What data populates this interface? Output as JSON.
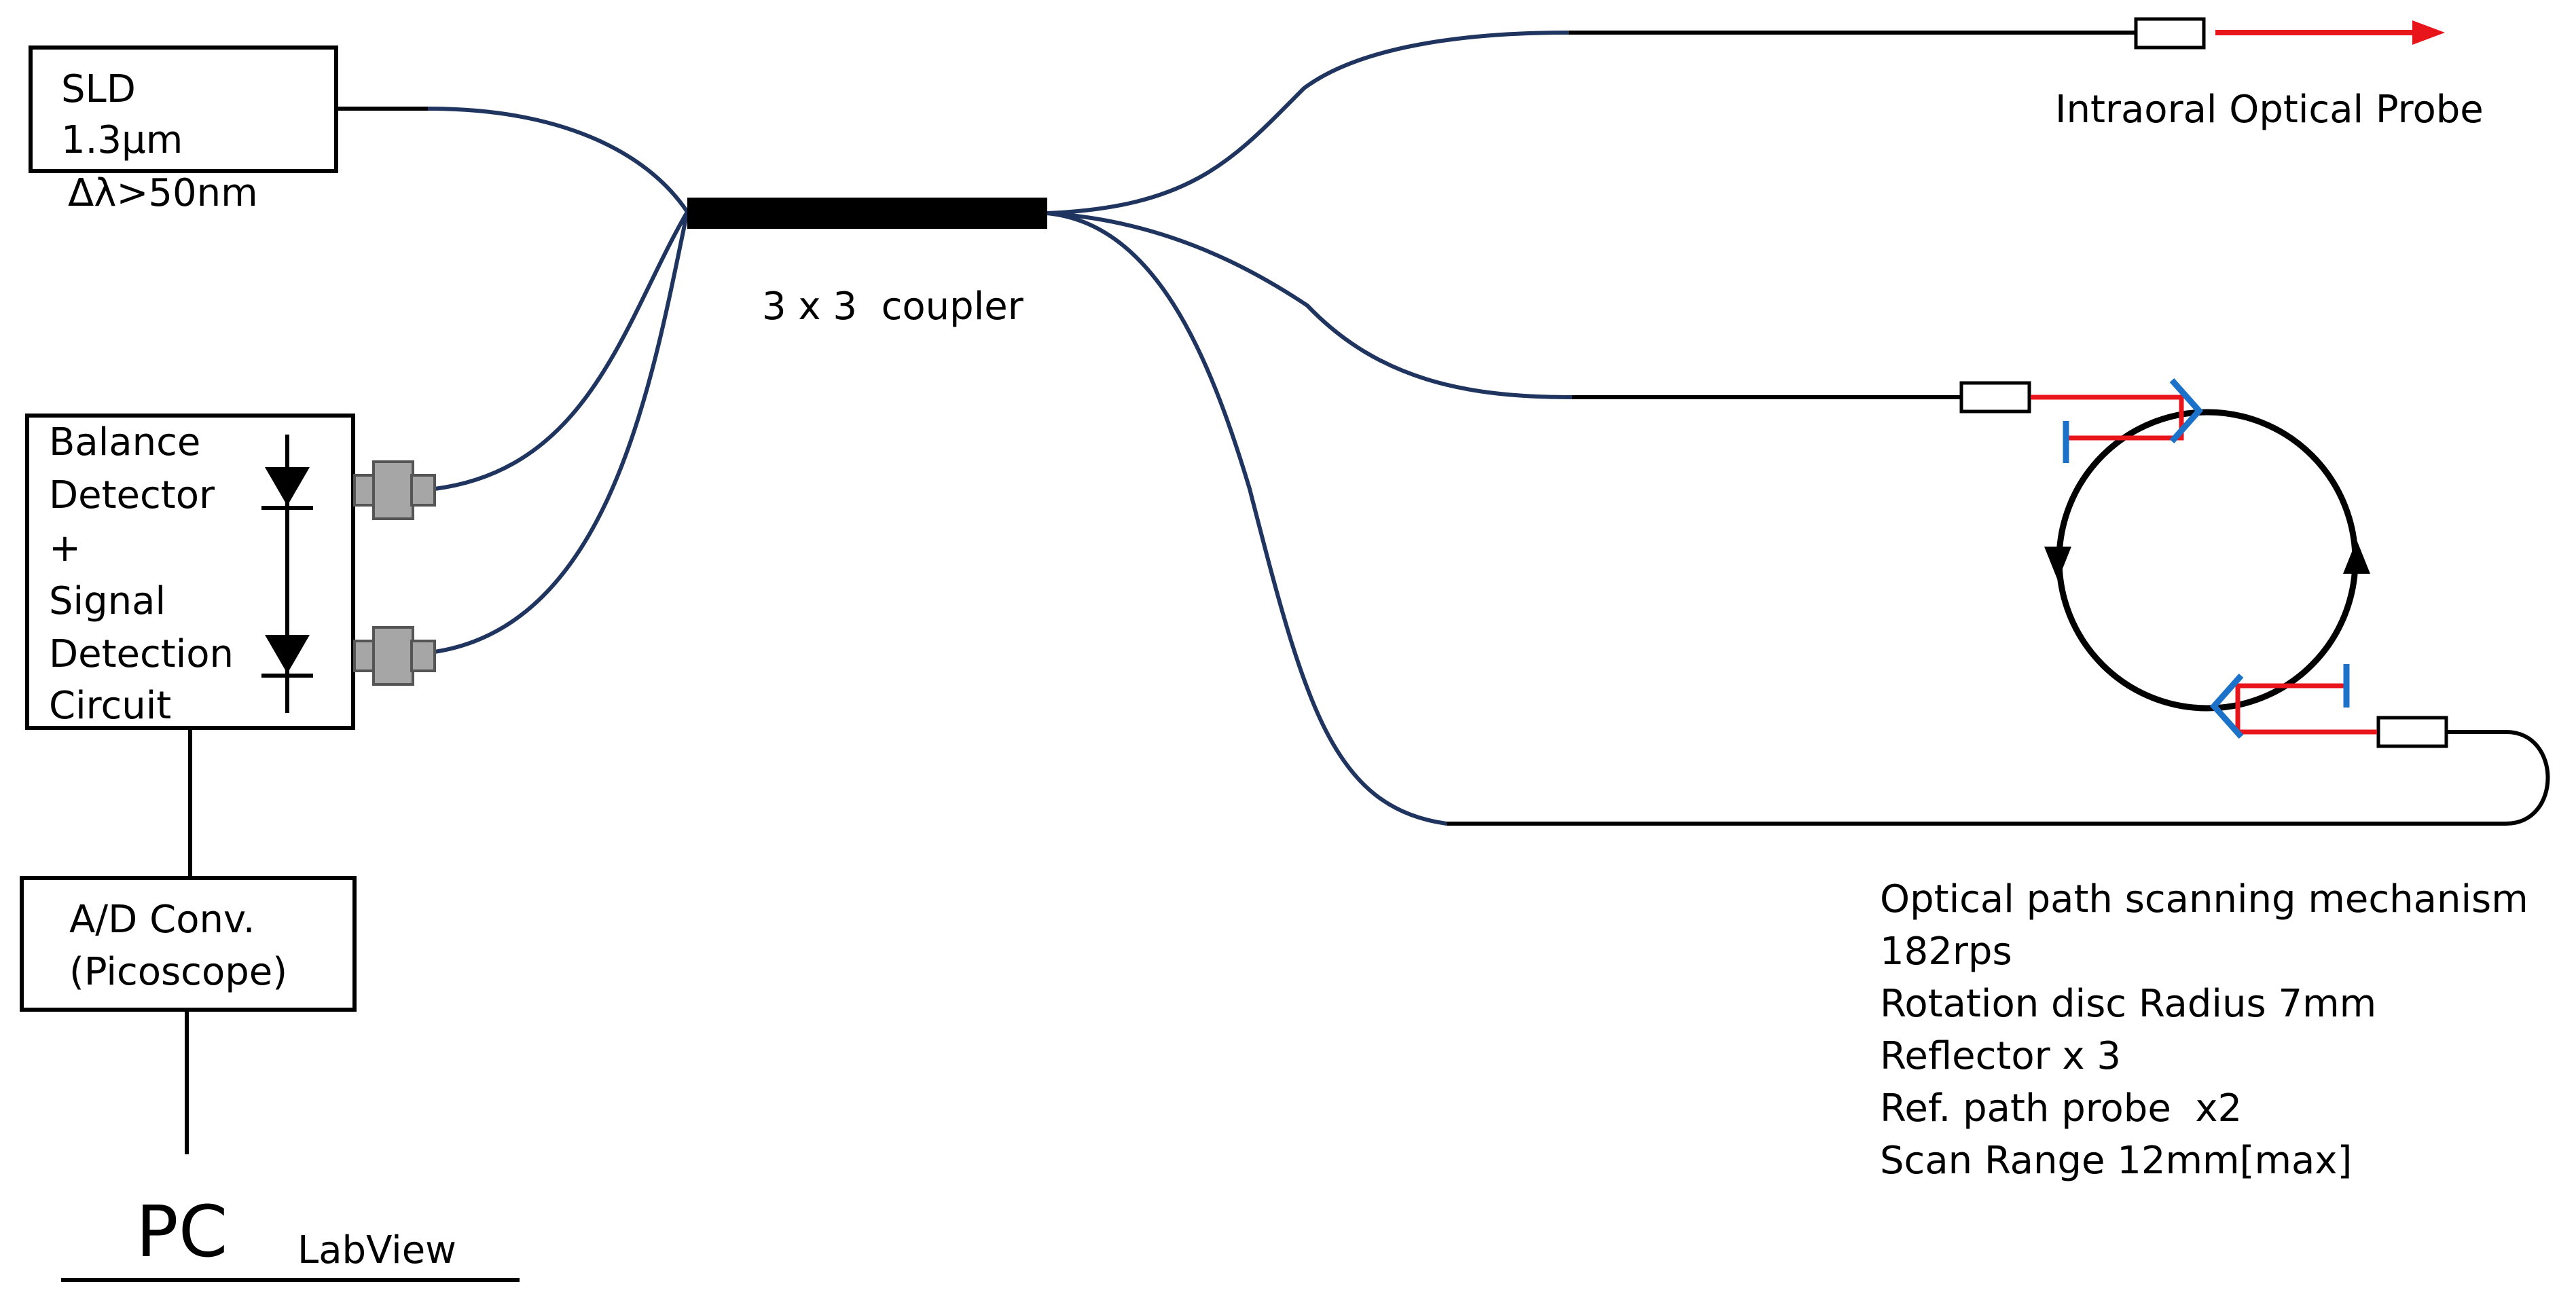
{
  "source": {
    "name": "SLD",
    "wavelength": "1.3μm",
    "bandwidth": "Δλ>50nm"
  },
  "coupler": {
    "label": "3 x 3  coupler"
  },
  "probe": {
    "label": "Intraoral Optical Probe"
  },
  "detector": {
    "lines": [
      "Balance",
      "Detector",
      "+",
      "Signal",
      "Detection",
      "Circuit"
    ]
  },
  "adc": {
    "lines": [
      "A/D Conv.",
      "(Picoscope)"
    ]
  },
  "pc": {
    "label": "PC",
    "software": "LabView"
  },
  "scanner": {
    "lines": [
      "Optical path scanning mechanism",
      "182rps",
      "Rotation disc Radius 7mm",
      "Reflector x 3",
      "Ref. path probe  x2",
      "Scan Range 12mm[max]"
    ]
  },
  "colors": {
    "fiber": "#1f3560",
    "beam": "#e8151b",
    "reflector": "#1b72c8",
    "connector": "#a6a6a6",
    "line": "#000000"
  }
}
